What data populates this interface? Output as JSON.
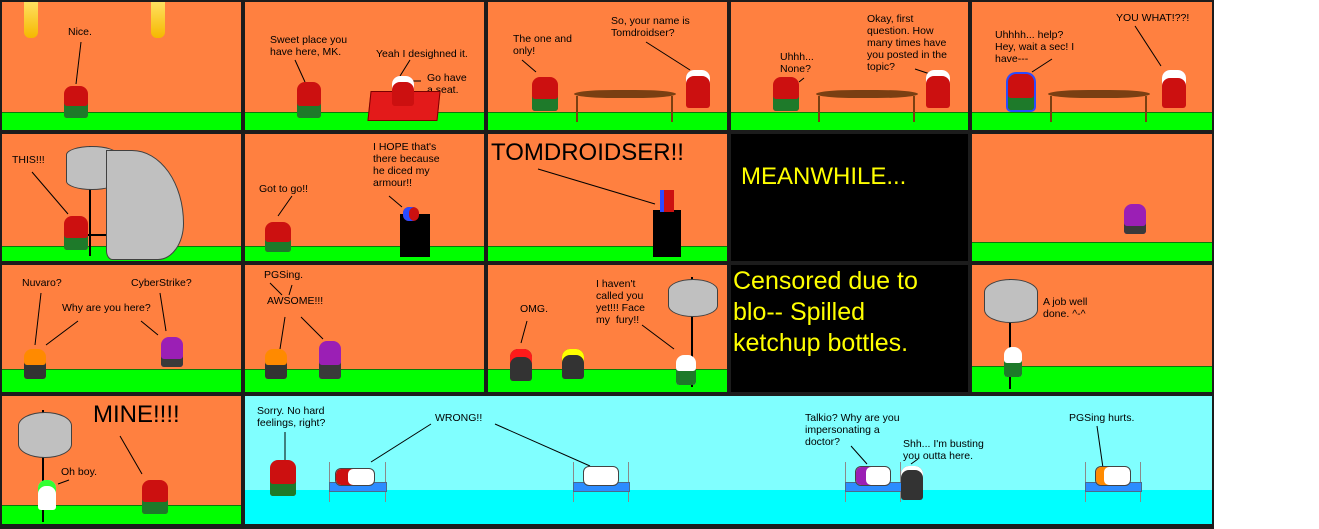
{
  "comic": {
    "panels": [
      {
        "id": 1,
        "dialogue": [
          "Nice."
        ]
      },
      {
        "id": 2,
        "dialogue": [
          "Sweet place you\nhave here, MK.",
          "Yeah I desighned it.",
          "Go have\na seat."
        ]
      },
      {
        "id": 3,
        "dialogue": [
          "The one and\nonly!",
          "So, your name is\nTomdroidser?"
        ]
      },
      {
        "id": 4,
        "dialogue": [
          "Uhhh...\nNone?",
          "Okay, first\nquestion. How\nmany times have\nyou posted in the\ntopic?"
        ]
      },
      {
        "id": 5,
        "dialogue": [
          "Uhhhh... help?\nHey, wait a sec! I\nhave---",
          "YOU WHAT!??!"
        ]
      },
      {
        "id": 6,
        "dialogue": [
          "THIS!!!"
        ]
      },
      {
        "id": 7,
        "dialogue": [
          "Got to go!!",
          "I HOPE that's\nthere because\nhe diced my\narmour!!"
        ]
      },
      {
        "id": 8,
        "dialogue": [
          "TOMDROIDSER!!"
        ]
      },
      {
        "id": 9,
        "caption": "MEANWHILE..."
      },
      {
        "id": 10,
        "dialogue": []
      },
      {
        "id": 11,
        "dialogue": [
          "Nuvaro?",
          "CyberStrike?",
          "Why are you here?"
        ]
      },
      {
        "id": 12,
        "dialogue": [
          "PGSing.",
          "AWSOME!!!"
        ]
      },
      {
        "id": 13,
        "dialogue": [
          "OMG.",
          "I haven't\ncalled you\nyet!!! Face\nmy  fury!!"
        ]
      },
      {
        "id": 14,
        "caption": "Censored due to\nblo-- Spilled\nketchup bottles."
      },
      {
        "id": 15,
        "dialogue": [
          "A job well\ndone. ^-^"
        ]
      },
      {
        "id": 16,
        "dialogue": [
          "MINE!!!!",
          "Oh boy."
        ]
      },
      {
        "id": 17,
        "dialogue": [
          "Sorry. No hard\nfeelings, right?",
          "WRONG!!",
          "Talkio? Why are you\nimpersonating a\ndoctor?",
          "Shh... I'm busting\nyou outta here.",
          "PGSing hurts."
        ]
      }
    ]
  },
  "colors": {
    "gutter": "#1c1c1c",
    "wall": "#ff8040",
    "grass": "#00ff00",
    "caption_bg": "#000000",
    "caption_text": "#ffff00",
    "hospital_wall": "#80ffff",
    "hospital_floor": "#00ffff"
  }
}
